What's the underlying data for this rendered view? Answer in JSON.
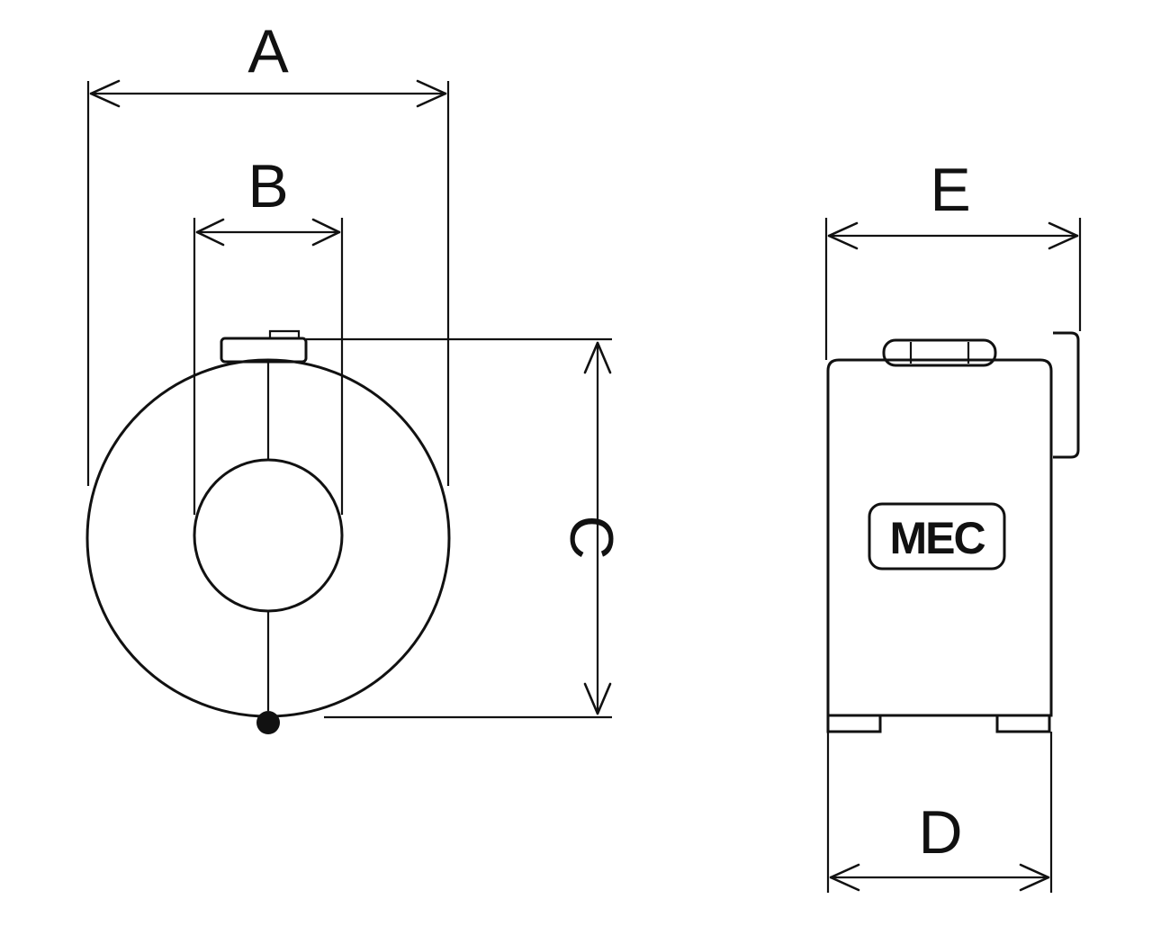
{
  "dimensions": {
    "a": "A",
    "b": "B",
    "c": "C",
    "d": "D",
    "e": "E"
  },
  "brand_label": "MEC"
}
